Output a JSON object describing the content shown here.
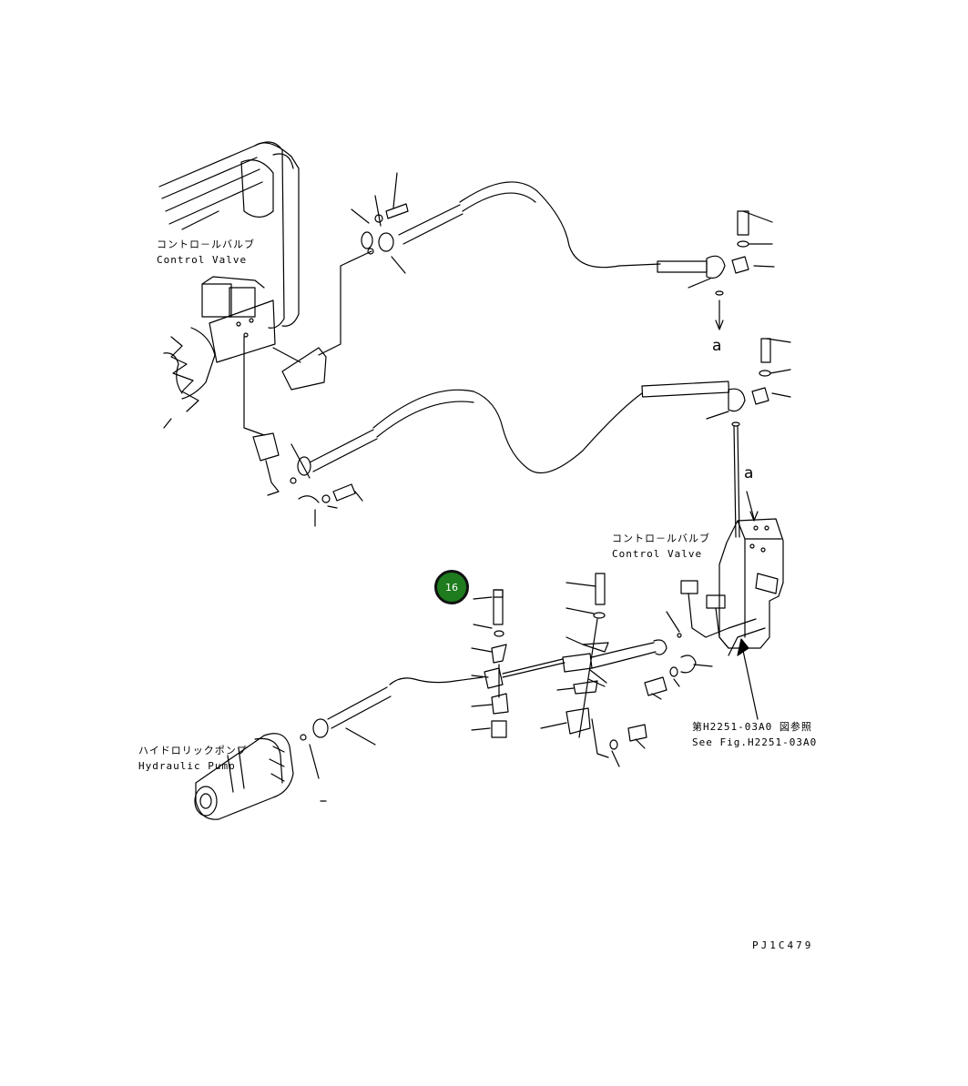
{
  "labels": {
    "control_valve_top_jp": "コントロ－ルバルブ",
    "control_valve_top_en": "Control Valve",
    "control_valve_bottom_jp": "コントロ－ルバルブ",
    "control_valve_bottom_en": "Control Valve",
    "hydraulic_pump_jp": "ハイドロリックポンプ",
    "hydraulic_pump_en": "Hydraulic Pump",
    "see_fig_jp": "第H2251-03A0 図参照",
    "see_fig_en": "See Fig.H2251-03A0",
    "ref_a_1": "a",
    "ref_a_2": "a",
    "drawing_code": "PJ1C479"
  },
  "callout": {
    "number": "16",
    "color": "#1e7b1e"
  }
}
